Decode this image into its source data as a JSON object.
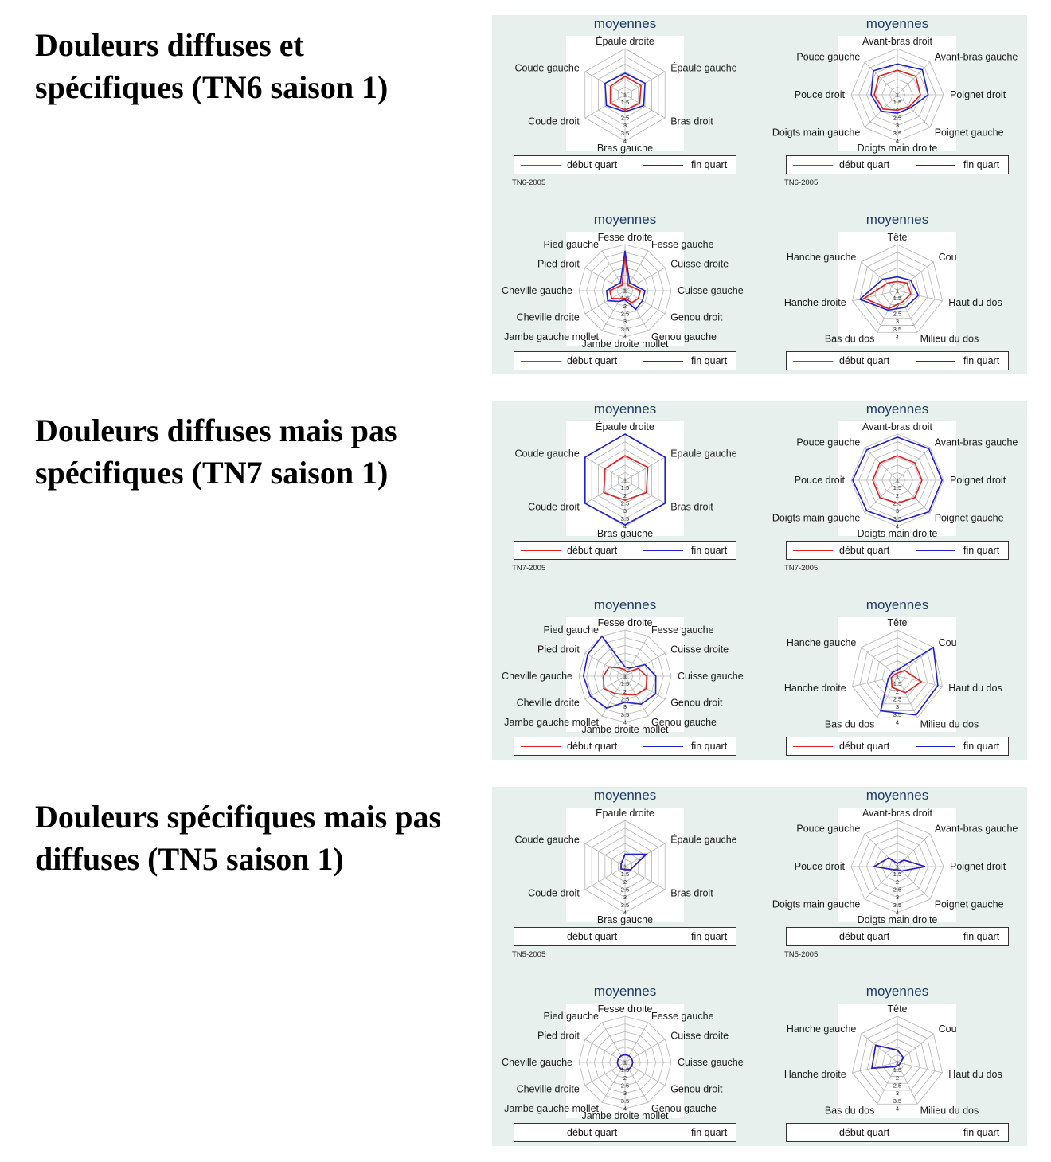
{
  "colors": {
    "debut": "#e02020",
    "fin": "#2020d0",
    "panel_bg": "#e8f0ee",
    "title": "#1e3c63"
  },
  "headings": [
    [
      "Douleurs diffuses et",
      "spécifiques (TN6 saison 1)"
    ],
    [
      "Douleurs diffuses mais pas",
      "spécifiques (TN7 saison 1)"
    ],
    [
      "Douleurs spécifiques mais pas",
      "diffuses (TN5 saison 1)"
    ]
  ],
  "chart_data": [
    {
      "type": "radar",
      "title": "moyennes",
      "note": "TN6-2005",
      "scale": [
        1,
        4
      ],
      "ticks": [
        "1",
        "1.5",
        "2",
        "2.5",
        "3",
        "3.5",
        "4"
      ],
      "axes": [
        "Épaule droite",
        "Épaule gauche",
        "Bras droit",
        "Bras gauche",
        "Coude droit",
        "Coude gauche"
      ],
      "legend": [
        "début quart",
        "fin quart"
      ],
      "series": [
        {
          "name": "début quart",
          "values": [
            2.2,
            2.2,
            2.1,
            2.0,
            2.1,
            2.1
          ]
        },
        {
          "name": "fin quart",
          "values": [
            2.4,
            2.5,
            2.4,
            2.1,
            2.4,
            2.5
          ]
        }
      ]
    },
    {
      "type": "radar",
      "title": "moyennes",
      "note": "TN6-2005",
      "scale": [
        1,
        4
      ],
      "ticks": [
        "1",
        "1.5",
        "2",
        "2.5",
        "3",
        "3.5",
        "4"
      ],
      "axes": [
        "Avant-bras droit",
        "Avant-bras gauche",
        "Poignet droit",
        "Poignet gauche",
        "Doigts main droite",
        "Doigts main gauche",
        "Pouce droit",
        "Pouce gauche"
      ],
      "legend": [
        "début quart",
        "fin quart"
      ],
      "series": [
        {
          "name": "début quart",
          "values": [
            2.6,
            2.7,
            2.5,
            2.1,
            2.0,
            2.3,
            2.5,
            2.7
          ]
        },
        {
          "name": "fin quart",
          "values": [
            3.0,
            3.3,
            3.0,
            2.2,
            2.2,
            2.5,
            2.7,
            3.2
          ]
        }
      ]
    },
    {
      "type": "radar",
      "title": "moyennes",
      "note": "",
      "scale": [
        1,
        4
      ],
      "ticks": [
        "1",
        "1.5",
        "2",
        "2.5",
        "3",
        "3.5",
        "4"
      ],
      "axes": [
        "Fesse droite",
        "Fesse gauche",
        "Cuisse droite",
        "Cuisse gauche",
        "Genou droit",
        "Genou gauche",
        "Jambe droite mollet",
        "Jambe gauche mollet",
        "Cheville droite",
        "Cheville gauche",
        "Pied droit",
        "Pied gauche"
      ],
      "legend": [
        "début quart",
        "fin quart"
      ],
      "series": [
        {
          "name": "début quart",
          "values": [
            3.3,
            1.4,
            1.5,
            2.0,
            2.0,
            1.9,
            1.5,
            1.6,
            2.0,
            2.0,
            1.5,
            1.4
          ]
        },
        {
          "name": "fin quart",
          "values": [
            3.6,
            1.6,
            1.7,
            2.3,
            2.3,
            2.4,
            1.6,
            1.8,
            2.3,
            2.2,
            1.7,
            1.6
          ]
        }
      ]
    },
    {
      "type": "radar",
      "title": "moyennes",
      "note": "",
      "scale": [
        1,
        4
      ],
      "ticks": [
        "1",
        "1.5",
        "2",
        "2.5",
        "3",
        "3.5",
        "4"
      ],
      "axes": [
        "Tête",
        "Cou",
        "Haut du dos",
        "Milieu du dos",
        "Bas du dos",
        "Hanche droite",
        "Hanche gauche"
      ],
      "legend": [
        "début quart",
        "fin quart"
      ],
      "series": [
        {
          "name": "début quart",
          "values": [
            1.6,
            1.8,
            1.9,
            1.8,
            2.3,
            3.2,
            1.8
          ]
        },
        {
          "name": "fin quart",
          "values": [
            1.9,
            2.1,
            2.4,
            2.2,
            2.4,
            3.5,
            2.2
          ]
        }
      ]
    },
    {
      "type": "radar",
      "title": "moyennes",
      "note": "TN7-2005",
      "scale": [
        1,
        4
      ],
      "ticks": [
        "1",
        "1.5",
        "2",
        "2.5",
        "3",
        "3.5",
        "4"
      ],
      "axes": [
        "Épaule droite",
        "Épaule gauche",
        "Bras droit",
        "Bras gauche",
        "Coude droit",
        "Coude gauche"
      ],
      "legend": [
        "début quart",
        "fin quart"
      ],
      "series": [
        {
          "name": "début quart",
          "values": [
            2.6,
            2.7,
            2.6,
            2.3,
            2.6,
            2.5
          ]
        },
        {
          "name": "fin quart",
          "values": [
            4.0,
            4.0,
            4.0,
            3.9,
            4.0,
            4.0
          ]
        }
      ]
    },
    {
      "type": "radar",
      "title": "moyennes",
      "note": "TN7-2005",
      "scale": [
        1,
        4
      ],
      "ticks": [
        "1",
        "1.5",
        "2",
        "2.5",
        "3",
        "3.5",
        "4"
      ],
      "axes": [
        "Avant-bras droit",
        "Avant-bras gauche",
        "Poignet droit",
        "Poignet gauche",
        "Doigts main droite",
        "Doigts main gauche",
        "Pouce droit",
        "Pouce gauche"
      ],
      "legend": [
        "début quart",
        "fin quart"
      ],
      "series": [
        {
          "name": "début quart",
          "values": [
            2.6,
            2.6,
            2.6,
            2.6,
            2.5,
            2.6,
            2.6,
            2.6
          ]
        },
        {
          "name": "fin quart",
          "values": [
            3.8,
            3.9,
            3.9,
            3.9,
            3.7,
            3.8,
            3.9,
            3.8
          ]
        }
      ]
    },
    {
      "type": "radar",
      "title": "moyennes",
      "note": "",
      "scale": [
        1,
        4
      ],
      "ticks": [
        "1",
        "1.5",
        "2",
        "2.5",
        "3",
        "3.5",
        "4"
      ],
      "axes": [
        "Fesse droite",
        "Fesse gauche",
        "Cuisse droite",
        "Cuisse gauche",
        "Genou droit",
        "Genou gauche",
        "Jambe droite mollet",
        "Jambe gauche mollet",
        "Cheville droite",
        "Cheville gauche",
        "Pied droit",
        "Pied gauche"
      ],
      "legend": [
        "début quart",
        "fin quart"
      ],
      "series": [
        {
          "name": "début quart",
          "values": [
            1.4,
            1.3,
            2.0,
            2.4,
            2.6,
            2.4,
            2.2,
            2.3,
            2.6,
            2.4,
            2.2,
            1.6
          ]
        },
        {
          "name": "fin quart",
          "values": [
            1.6,
            1.6,
            2.5,
            3.0,
            3.3,
            3.1,
            2.7,
            3.4,
            3.6,
            3.7,
            3.8,
            4.0
          ]
        }
      ]
    },
    {
      "type": "radar",
      "title": "moyennes",
      "note": "",
      "scale": [
        1,
        4
      ],
      "ticks": [
        "1",
        "1.5",
        "2",
        "2.5",
        "3",
        "3.5",
        "4"
      ],
      "axes": [
        "Tête",
        "Cou",
        "Haut du dos",
        "Milieu du dos",
        "Bas du dos",
        "Hanche droite",
        "Hanche gauche"
      ],
      "legend": [
        "début quart",
        "fin quart"
      ],
      "series": [
        {
          "name": "début quart",
          "values": [
            1.2,
            1.6,
            2.6,
            2.2,
            1.8,
            1.4,
            1.2
          ]
        },
        {
          "name": "fin quart",
          "values": [
            1.4,
            4.0,
            3.7,
            3.8,
            3.5,
            1.6,
            1.4
          ]
        }
      ]
    },
    {
      "type": "radar",
      "title": "moyennes",
      "note": "TN5-2005",
      "scale": [
        1,
        4
      ],
      "ticks": [
        "1",
        "1.5",
        "2",
        "2.5",
        "3",
        "3.5",
        "4"
      ],
      "axes": [
        "Épaule droite",
        "Épaule gauche",
        "Bras droit",
        "Bras gauche",
        "Coude droit",
        "Coude gauche"
      ],
      "legend": [
        "début quart",
        "fin quart"
      ],
      "series": [
        {
          "name": "début quart",
          "values": [
            1.8,
            2.6,
            1.4,
            1.2,
            1.3,
            1.3
          ]
        },
        {
          "name": "fin quart",
          "values": [
            1.8,
            2.6,
            1.4,
            1.2,
            1.3,
            1.3
          ]
        }
      ]
    },
    {
      "type": "radar",
      "title": "moyennes",
      "note": "TN5-2005",
      "scale": [
        1,
        4
      ],
      "ticks": [
        "1",
        "1.5",
        "2",
        "2.5",
        "3",
        "3.5",
        "4"
      ],
      "axes": [
        "Avant-bras droit",
        "Avant-bras gauche",
        "Poignet droit",
        "Poignet gauche",
        "Doigts main droite",
        "Doigts main gauche",
        "Pouce droit",
        "Pouce gauche"
      ],
      "legend": [
        "début quart",
        "fin quart"
      ],
      "series": [
        {
          "name": "début quart",
          "values": [
            1.2,
            1.6,
            2.8,
            1.4,
            1.2,
            1.3,
            2.5,
            1.8
          ]
        },
        {
          "name": "fin quart",
          "values": [
            1.2,
            1.6,
            2.8,
            1.4,
            1.2,
            1.3,
            2.5,
            1.8
          ]
        }
      ]
    },
    {
      "type": "radar",
      "title": "moyennes",
      "note": "",
      "scale": [
        1,
        4
      ],
      "ticks": [
        "1",
        "1.5",
        "2",
        "2.5",
        "3",
        "3.5",
        "4"
      ],
      "axes": [
        "Fesse droite",
        "Fesse gauche",
        "Cuisse droite",
        "Cuisse gauche",
        "Genou droit",
        "Genou gauche",
        "Jambe droite mollet",
        "Jambe gauche mollet",
        "Cheville droite",
        "Cheville gauche",
        "Pied droit",
        "Pied gauche"
      ],
      "legend": [
        "début quart",
        "fin quart"
      ],
      "series": [
        {
          "name": "début quart",
          "values": [
            1.5,
            1.5,
            1.5,
            1.5,
            1.5,
            1.5,
            1.5,
            1.5,
            1.5,
            1.5,
            1.5,
            1.5
          ]
        },
        {
          "name": "fin quart",
          "values": [
            1.5,
            1.5,
            1.5,
            1.5,
            1.5,
            1.5,
            1.5,
            1.5,
            1.5,
            1.5,
            1.5,
            1.5
          ]
        }
      ]
    },
    {
      "type": "radar",
      "title": "moyennes",
      "note": "",
      "scale": [
        1,
        4
      ],
      "ticks": [
        "1",
        "1.5",
        "2",
        "2.5",
        "3",
        "3.5",
        "4"
      ],
      "axes": [
        "Tête",
        "Cou",
        "Haut du dos",
        "Milieu du dos",
        "Bas du dos",
        "Hanche droite",
        "Hanche gauche"
      ],
      "legend": [
        "début quart",
        "fin quart"
      ],
      "series": [
        {
          "name": "début quart",
          "values": [
            1.8,
            1.5,
            1.2,
            1.2,
            1.3,
            2.7,
            2.8
          ]
        },
        {
          "name": "fin quart",
          "values": [
            1.8,
            1.5,
            1.2,
            1.2,
            1.3,
            2.7,
            2.8
          ]
        }
      ]
    }
  ]
}
